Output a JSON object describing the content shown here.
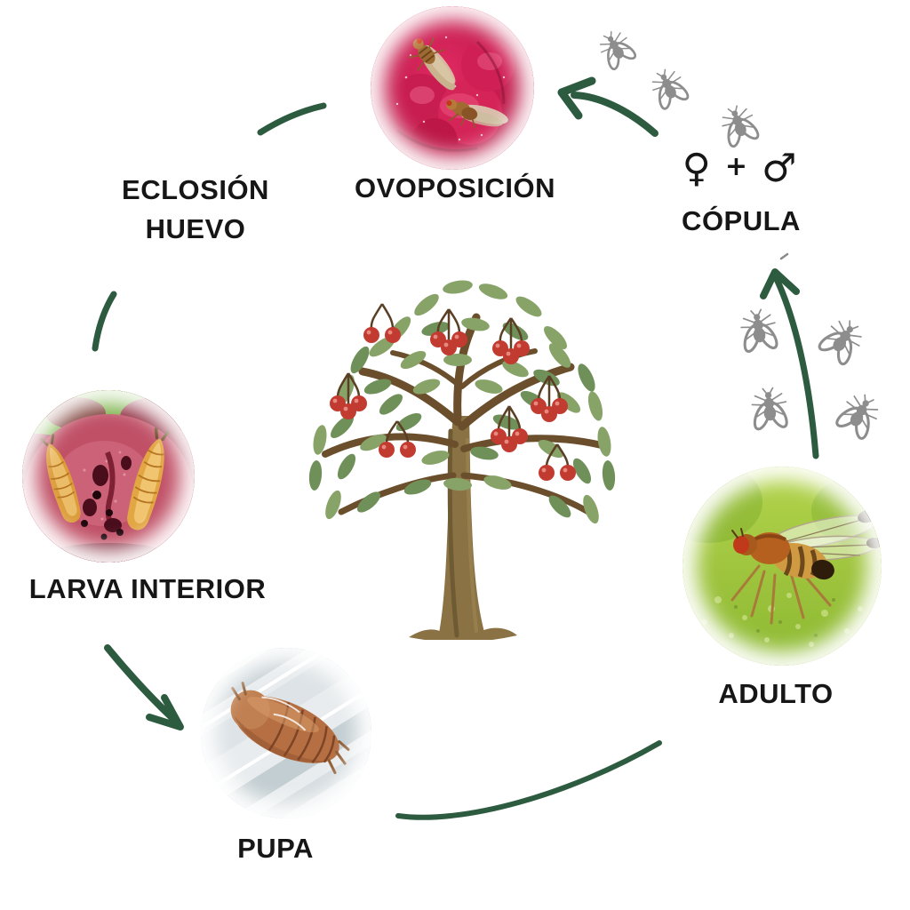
{
  "colors": {
    "arrow_green": "#2d5b40",
    "fly_gray": "#8d8d8d",
    "label_text": "#161616",
    "cherry_red": "#c23b31",
    "leaf_green": "#87a368",
    "trunk_brown": "#8a7245"
  },
  "cycle": {
    "ovoposicion": {
      "label": "OVOPOSICIÓN",
      "photo": "flies-on-red-fruit"
    },
    "copula": {
      "label": "CÓPULA",
      "female_symbol": "♀",
      "plus_symbol": "+",
      "male_symbol": "♂",
      "fly_icons": 3
    },
    "adulto": {
      "label": "ADULTO",
      "photo": "fly-on-green-leaf",
      "fly_icons": 4
    },
    "pupa": {
      "label": "PUPA",
      "photo": "brown-pupa-on-plastic"
    },
    "larva_interior": {
      "label": "LARVA INTERIOR",
      "photo": "larvae-inside-fruit"
    },
    "eclosion_huevo": {
      "label_line1": "ECLOSIÓN",
      "label_line2": "HUEVO"
    }
  },
  "center": {
    "illustration": "cherry-tree"
  }
}
